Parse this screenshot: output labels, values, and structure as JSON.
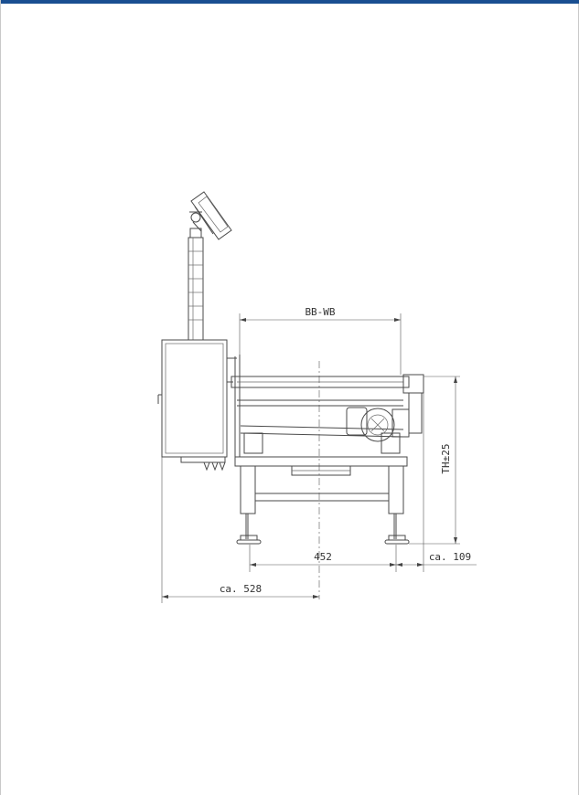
{
  "colors": {
    "accent_bar": "#1a4f91",
    "line": "#4a4a4a"
  },
  "drawing": {
    "dimensions": {
      "belt_width": "BB-WB",
      "transport_height": "TH±25",
      "leg_distance": "452",
      "overhang_right": "ca. 109",
      "terminal_offset": "ca. 528"
    }
  }
}
